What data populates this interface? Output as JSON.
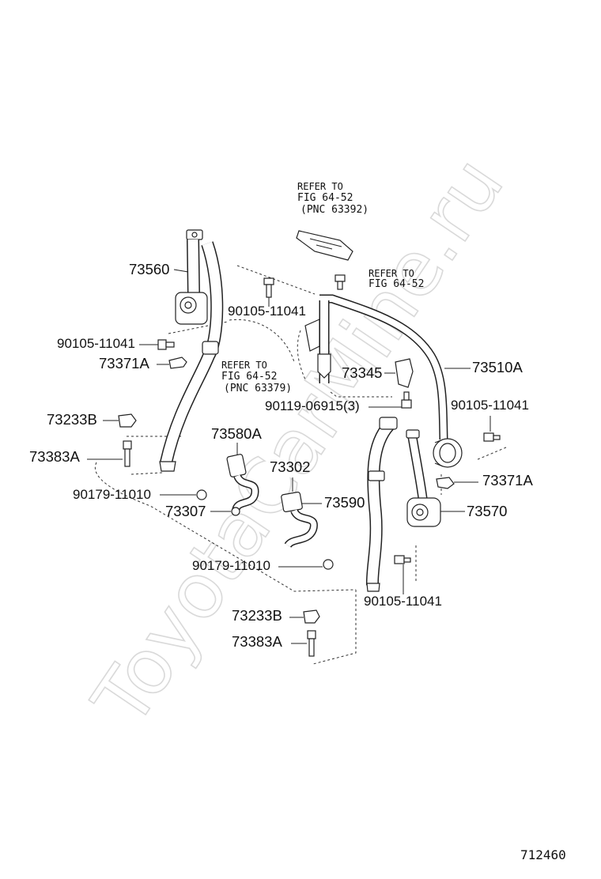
{
  "watermark": "ToyotaCarMine.ru",
  "figure_number": "712460",
  "references": [
    {
      "line1": "REFER TO",
      "line2": "FIG 64-52",
      "line3": "(PNC 63392)"
    },
    {
      "line1": "REFER TO",
      "line2": "FIG 64-52"
    },
    {
      "line1": "REFER TO",
      "line2": "FIG 64-52",
      "line3": "(PNC 63379)"
    }
  ],
  "parts": [
    {
      "label": "73560"
    },
    {
      "label": "90105-11041"
    },
    {
      "label": "90105-11041"
    },
    {
      "label": "73371A"
    },
    {
      "label": "73345"
    },
    {
      "label": "73510A"
    },
    {
      "label": "90119-06915(3)"
    },
    {
      "label": "90105-11041"
    },
    {
      "label": "73233B"
    },
    {
      "label": "73580A"
    },
    {
      "label": "73383A"
    },
    {
      "label": "73302"
    },
    {
      "label": "73371A"
    },
    {
      "label": "90179-11010"
    },
    {
      "label": "73307"
    },
    {
      "label": "73590"
    },
    {
      "label": "73570"
    },
    {
      "label": "90179-11010"
    },
    {
      "label": "90105-11041"
    },
    {
      "label": "73233B"
    },
    {
      "label": "73383A"
    }
  ]
}
